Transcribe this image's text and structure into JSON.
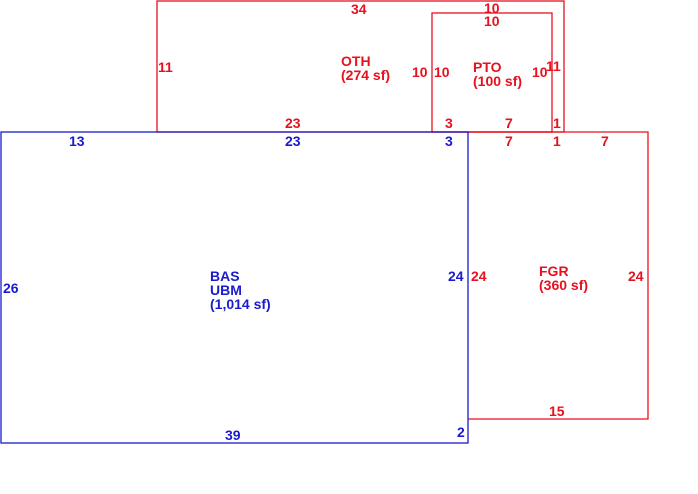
{
  "colors": {
    "red": "#e8101e",
    "blue": "#1a1ad0",
    "background": "#ffffff"
  },
  "areas": {
    "oth": {
      "code": "OTH",
      "size": "(274 sf)"
    },
    "pto": {
      "code": "PTO",
      "size": "(100 sf)"
    },
    "bas": {
      "code": "BAS",
      "subcode": "UBM",
      "size": "(1,014 sf)"
    },
    "fgr": {
      "code": "FGR",
      "size": "(360 sf)"
    }
  },
  "dimensions": {
    "oth_top": "34",
    "oth_left": "11",
    "oth_bottom": "23",
    "oth_right": "11",
    "pto_top_outer": "10",
    "pto_top_inner": "10",
    "pto_left_outer": "10",
    "pto_left_inner": "10",
    "pto_right": "10",
    "pto_bottom_left": "3",
    "pto_bottom_mid": "7",
    "pto_bottom_right": "1",
    "bas_top_left": "13",
    "bas_top_mid": "23",
    "bas_top_right": "3",
    "bas_left": "26",
    "bas_right": "24",
    "bas_bottom": "39",
    "bas_bottom_right": "2",
    "fgr_top_a": "7",
    "fgr_top_b": "1",
    "fgr_top_c": "7",
    "fgr_left": "24",
    "fgr_right": "24",
    "fgr_bottom": "15"
  }
}
